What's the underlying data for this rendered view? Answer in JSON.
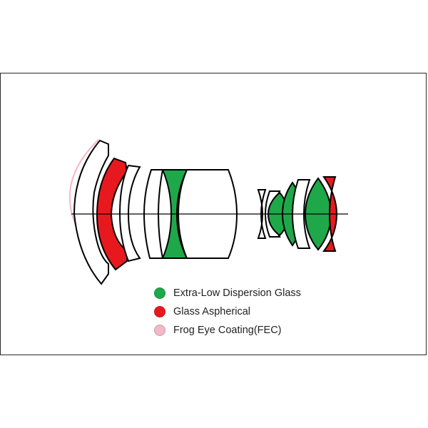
{
  "colors": {
    "extra_low_dispersion": "#1ea84a",
    "aspherical": "#e8191e",
    "fec": "#f2b8c6",
    "outline": "#000000"
  },
  "legend": [
    {
      "label": "Extra-Low Dispersion Glass",
      "color": "#1ea84a"
    },
    {
      "label": "Glass Aspherical",
      "color": "#e8191e"
    },
    {
      "label": "Frog Eye Coating(FEC)",
      "color": "#f2b8c6"
    }
  ]
}
